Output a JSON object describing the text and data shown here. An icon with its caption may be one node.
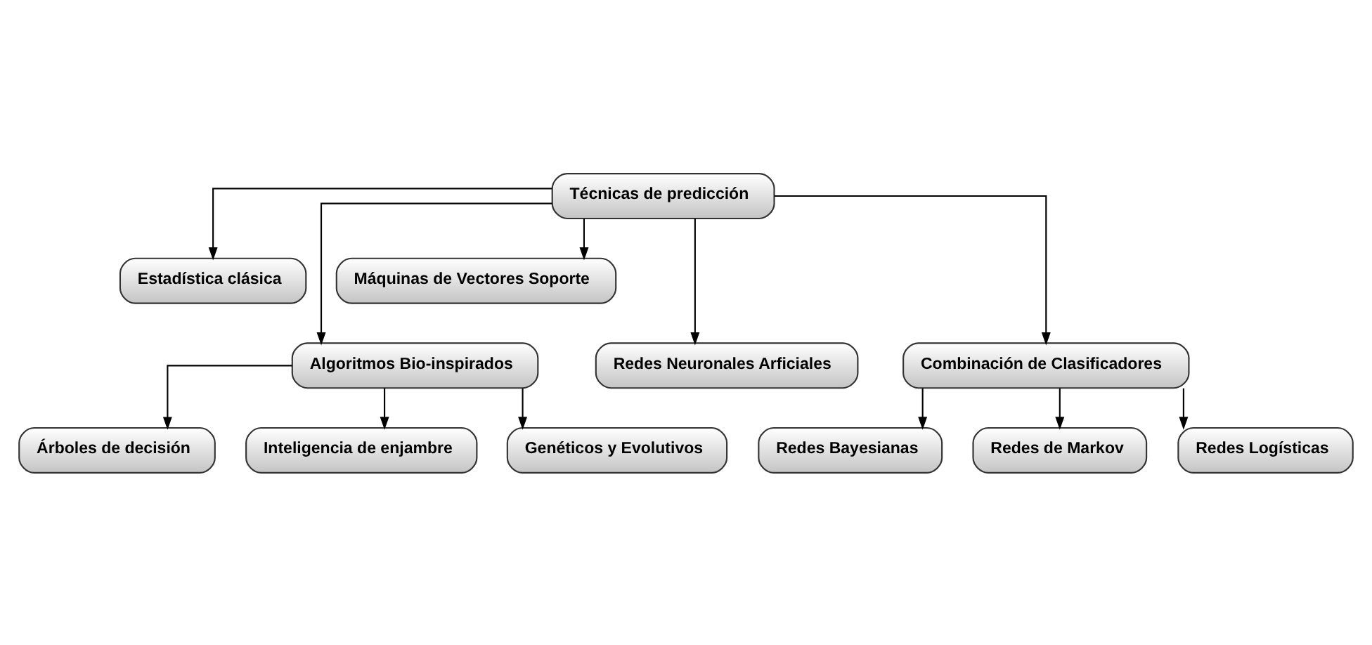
{
  "diagram": {
    "nodes": [
      {
        "text": [
          "Técnicas de predicción"
        ]
      },
      {
        "text": [
          "Estadística clásica"
        ]
      },
      {
        "text": [
          "Máquinas de Vectores Soporte"
        ]
      },
      {
        "text": [
          "Algoritmos Bio-inspirados"
        ]
      },
      {
        "text": [
          "Redes Neuronales Arficiales"
        ]
      },
      {
        "text": [
          "Combinación de Clasificadores"
        ]
      },
      {
        "text": [
          "Árboles de decisión"
        ]
      },
      {
        "text": [
          "Inteligencia de enjambre"
        ]
      },
      {
        "text": [
          "Genéticos y Evolutivos"
        ]
      },
      {
        "text": [
          "Redes Bayesianas"
        ]
      },
      {
        "text": [
          "Redes de Markov"
        ]
      },
      {
        "text": [
          "Redes Logísticas"
        ]
      }
    ],
    "edges": [
      {
        "from": 0,
        "to": 1,
        "arrow": "to"
      },
      {
        "from": 0,
        "to": 2,
        "arrow": "to"
      },
      {
        "from": 0,
        "to": 3,
        "arrow": "to"
      },
      {
        "from": 0,
        "to": 4,
        "arrow": "to"
      },
      {
        "from": 0,
        "to": 5,
        "arrow": "to"
      },
      {
        "from": 3,
        "to": 6,
        "arrow": "to"
      },
      {
        "from": 3,
        "to": 7,
        "arrow": "to"
      },
      {
        "from": 3,
        "to": 8,
        "arrow": "to"
      },
      {
        "from": 5,
        "to": 9,
        "arrow": "to"
      },
      {
        "from": 5,
        "to": 10,
        "arrow": "to"
      },
      {
        "from": 5,
        "to": 11,
        "arrow": "to"
      }
    ]
  }
}
